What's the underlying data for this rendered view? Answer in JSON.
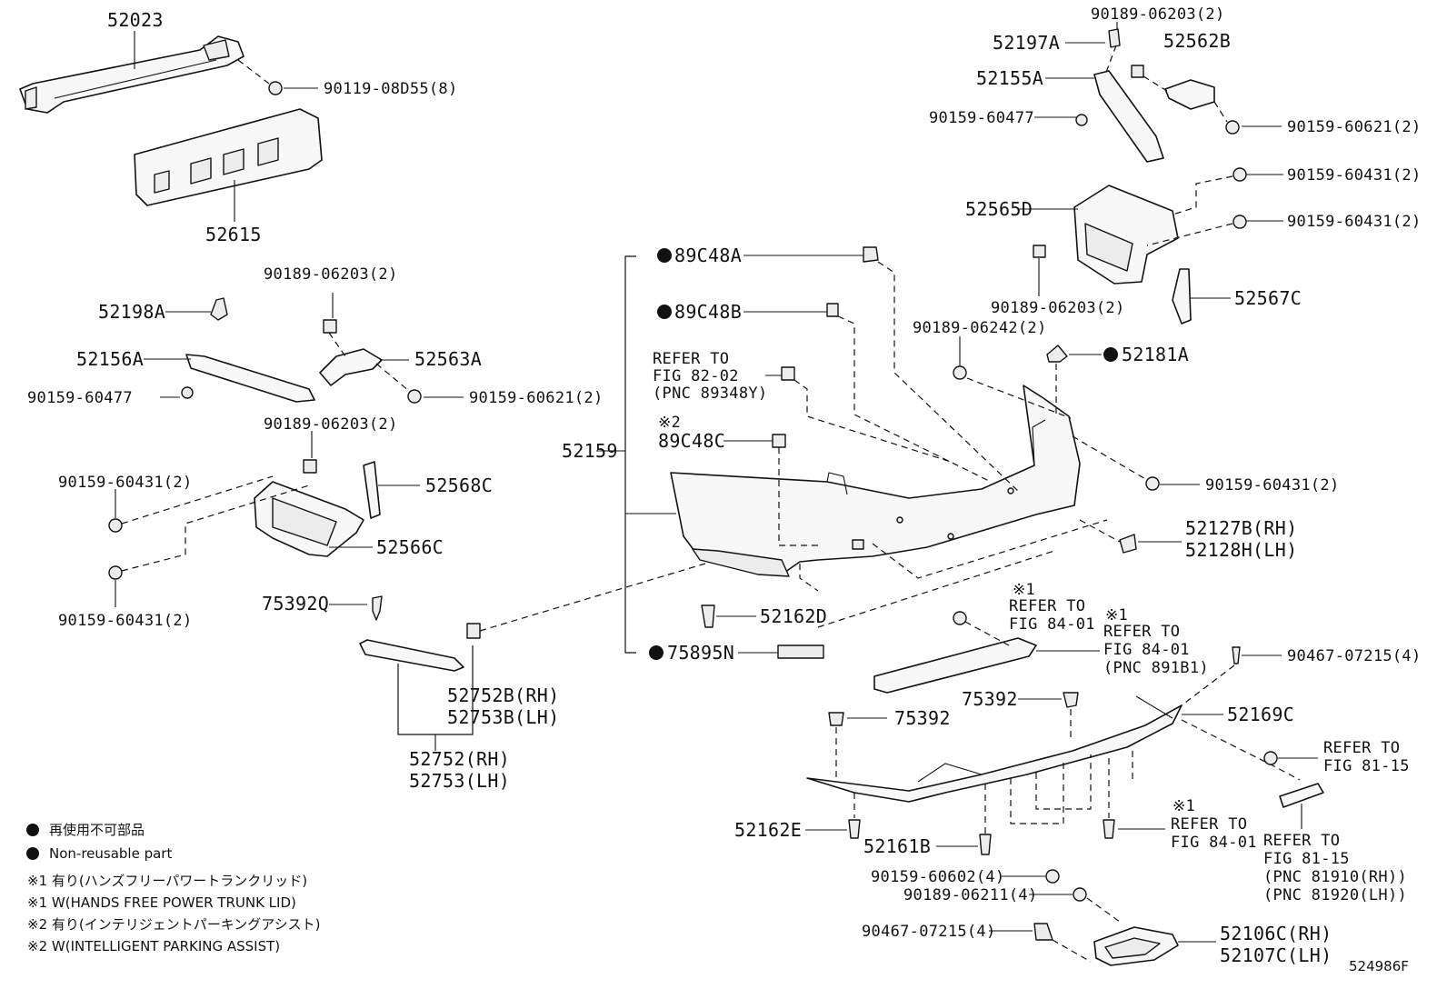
{
  "diagram_id": "524986F",
  "parts": {
    "p52023": "52023",
    "p90119_08D55": "90119-08D55(8)",
    "p52615": "52615",
    "p90189_06203_tl": "90189-06203(2)",
    "p52198A": "52198A",
    "p52156A": "52156A",
    "p52563A": "52563A",
    "p90159_60477_l": "90159-60477",
    "p90159_60621_l": "90159-60621(2)",
    "p90189_06203_ml": "90189-06203(2)",
    "p90159_60431_l1": "90159-60431(2)",
    "p52568C": "52568C",
    "p52566C": "52566C",
    "p90159_60431_l2": "90159-60431(2)",
    "p75392Q": "75392Q",
    "p52752B": "52752B(RH)",
    "p52753B": "52753B(LH)",
    "p52752": "52752(RH)",
    "p52753": "52753(LH)",
    "p89C48A": "89C48A",
    "p89C48B": "89C48B",
    "p89C48C": "89C48C",
    "p52159": "52159",
    "p52162D": "52162D",
    "p75895N": "75895N",
    "p90189_06203_tr": "90189-06203(2)",
    "p52197A": "52197A",
    "p52562B": "52562B",
    "p52155A": "52155A",
    "p90159_60477_r": "90159-60477",
    "p90159_60621_r": "90159-60621(2)",
    "p90159_60431_r1": "90159-60431(2)",
    "p52565D": "52565D",
    "p90159_60431_r2": "90159-60431(2)",
    "p90189_06203_mr": "90189-06203(2)",
    "p52567C": "52567C",
    "p90189_06242": "90189-06242(2)",
    "p52181A": "52181A",
    "p90159_60431_r3": "90159-60431(2)",
    "p52127B": "52127B(RH)",
    "p52128H": "52128H(LH)",
    "p90467_07215_a": "90467-07215(4)",
    "p75392_a": "75392",
    "p52169C": "52169C",
    "p75392_b": "75392",
    "p52162E": "52162E",
    "p52161B": "52161B",
    "p90159_60602": "90159-60602(4)",
    "p90189_06211": "90189-06211(4)",
    "p90467_07215_b": "90467-07215(4)",
    "p52106C": "52106C(RH)",
    "p52107C": "52107C(LH)"
  },
  "refs": {
    "fig8202_l1": "REFER TO",
    "fig8202_l2": "FIG 82-02",
    "fig8202_l3": "(PNC 89348Y)",
    "note2_mark": "※2",
    "r8401a_mark": "※1",
    "r8401a_l1": "REFER TO",
    "r8401a_l2": "FIG 84-01",
    "r8401b_mark": "※1",
    "r8401b_l1": "REFER TO",
    "r8401b_l2": "FIG 84-01",
    "r8401b_l3": "(PNC 891B1)",
    "r8115a_l1": "REFER TO",
    "r8115a_l2": "FIG 81-15",
    "r8401c_mark": "※1",
    "r8401c_l1": "REFER TO",
    "r8401c_l2": "FIG 84-01",
    "r8115b_l1": "REFER TO",
    "r8115b_l2": "FIG 81-15",
    "r8115b_l3": "(PNC 81910(RH))",
    "r8115b_l4": "(PNC 81920(LH))"
  },
  "legend": {
    "nonreuse_jp": "再使用不可部品",
    "nonreuse_en": "Non-reusable part",
    "note1_jp": "※1 有り(ハンズフリーパワートランクリッド)",
    "note1_en": "※1 W(HANDS FREE POWER TRUNK LID)",
    "note2_jp": "※2 有り(インテリジェントパーキングアシスト)",
    "note2_en": "※2 W(INTELLIGENT PARKING ASSIST)"
  }
}
